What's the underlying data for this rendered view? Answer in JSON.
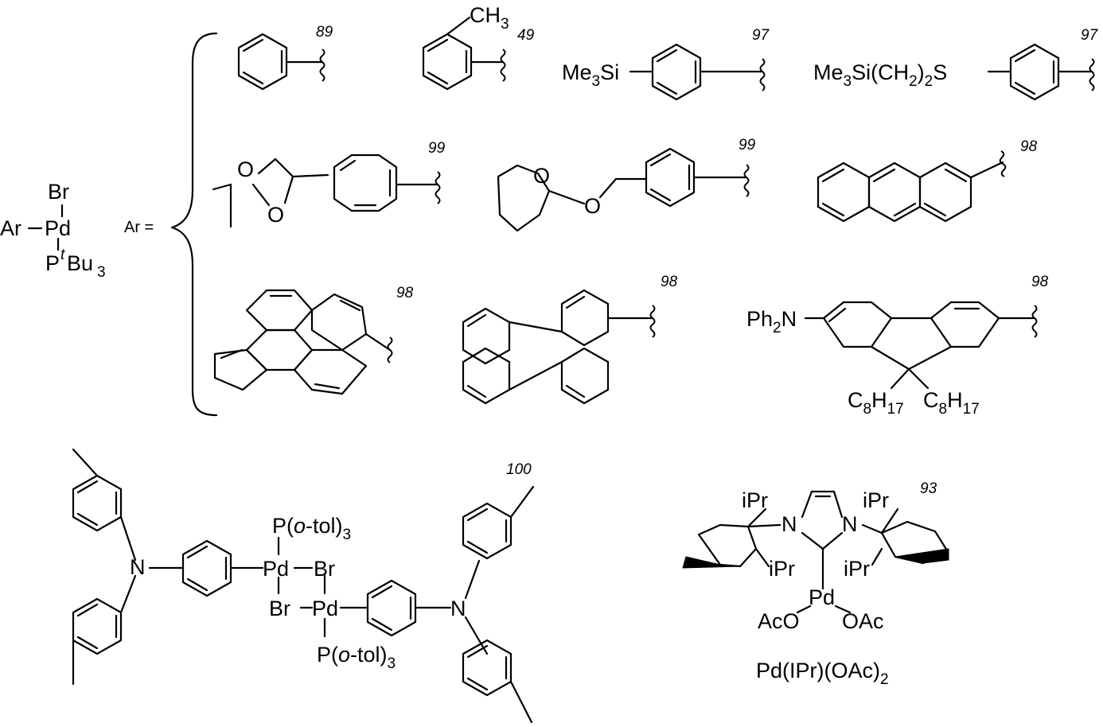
{
  "precatalyst": {
    "ar": "Ar",
    "pd": "Pd",
    "br": "Br",
    "p": "P",
    "t": "t",
    "bu": "Bu",
    "three": "3"
  },
  "ar_equals": "Ar =",
  "substituents": {
    "ch3": "CH",
    "ch3_sub": "3",
    "me3si": "Me",
    "me3si_sub": "3",
    "me3si_tail": "Si",
    "sch2_head": "Me",
    "sch2_sub1": "3",
    "sch2_mid": "Si(CH",
    "sch2_sub2": "2",
    "sch2_mid2": ")",
    "sch2_sub3": "2",
    "sch2_tail": "S",
    "oxygen": "O",
    "ph2n_head": "Ph",
    "ph2n_sub": "2",
    "ph2n_tail": "N",
    "c8": "C",
    "c8_sub1": "8",
    "c8_h": "H",
    "c8_sub2": "17"
  },
  "yields": [
    "89",
    "49",
    "97",
    "97",
    "99",
    "99",
    "98",
    "98",
    "98",
    "98",
    "100",
    "93"
  ],
  "dimer": {
    "pd": "Pd",
    "br": "Br",
    "n": "N",
    "p_head": "P(",
    "p_italic": "o",
    "p_tail": "-tol)",
    "p_sub": "3"
  },
  "nhc": {
    "ipr": "iPr",
    "n": "N",
    "pd": "Pd",
    "aco": "AcO",
    "oac": "OAc",
    "name_head": "Pd(IPr)(OAc)",
    "name_sub": "2"
  }
}
